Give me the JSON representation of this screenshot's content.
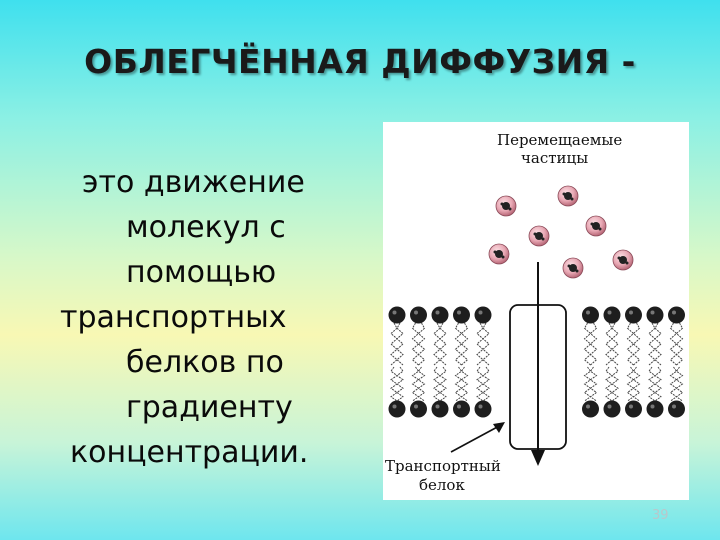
{
  "slide": {
    "title": "ОБЛЕГЧЁННАЯ ДИФФУЗИЯ -",
    "body_lines": [
      "это движение",
      "молекул с",
      "помощью",
      "транспортных",
      "белков по",
      "градиенту",
      "концентрации."
    ],
    "slide_number": "39"
  },
  "figure": {
    "label_particles_line1": "Перемещаемые",
    "label_particles_line2": "частицы",
    "label_protein_line1": "Транспортный",
    "label_protein_line2": "белок"
  }
}
